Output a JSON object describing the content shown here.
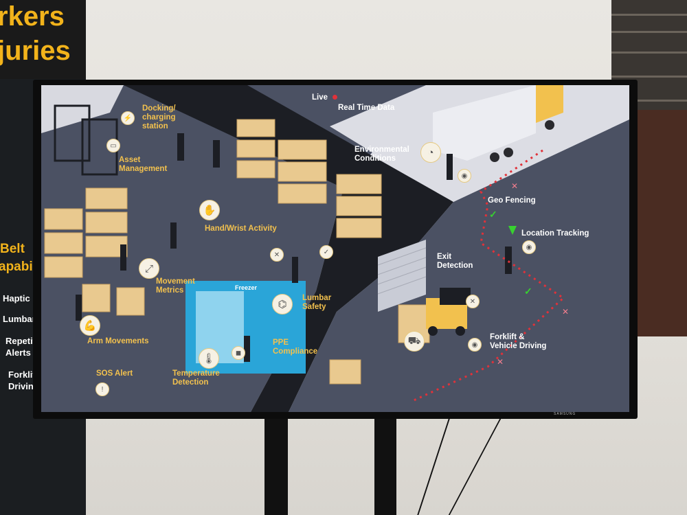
{
  "poster": {
    "headline_line1": "rkers",
    "headline_line2": "juries",
    "subhead_line1": "Belt",
    "subhead_line2": "apabi",
    "list": [
      "Haptic F",
      "Lumbar",
      "Repetiti",
      "Alerts",
      "Forklift",
      "Driving"
    ]
  },
  "tv": {
    "brand": "SAMSUNG",
    "live_label": "Live",
    "realtime_label": "Real Time Data",
    "features": {
      "docking": [
        "Docking/",
        "charging",
        "station"
      ],
      "asset": [
        "Asset",
        "Management"
      ],
      "hand_wrist": "Hand/Wrist Activity",
      "movement": [
        "Movement",
        "Metrics"
      ],
      "arm": "Arm Movements",
      "sos": "SOS Alert",
      "temperature": [
        "Temperature",
        "Detection"
      ],
      "ppe": [
        "PPE",
        "Compliance"
      ],
      "lumbar": [
        "Lumbar",
        "Safety"
      ],
      "freezer": "Freezer",
      "environmental": [
        "Environmental",
        "Conditions"
      ],
      "geo_fencing": "Geo Fencing",
      "location_tracking": "Location Tracking",
      "exit_detection": [
        "Exit",
        "Detection"
      ],
      "forklift": [
        "Forklift &",
        "Vehicle Driving"
      ]
    },
    "colors": {
      "label": "#f2c14e",
      "floor": "#4b5163",
      "wall": "#1c1e24",
      "live_dot": "#e0323a",
      "geofence": "#e0323a"
    },
    "icons": [
      "charger-icon",
      "tablet-icon",
      "hand-icon",
      "arrows-icon",
      "arm-icon",
      "sos-icon",
      "thermometer-icon",
      "wearable-icon",
      "lumbar-icon",
      "gauge-icon",
      "location-pin-icon",
      "check-icon",
      "cross-icon",
      "forklift-icon"
    ]
  }
}
